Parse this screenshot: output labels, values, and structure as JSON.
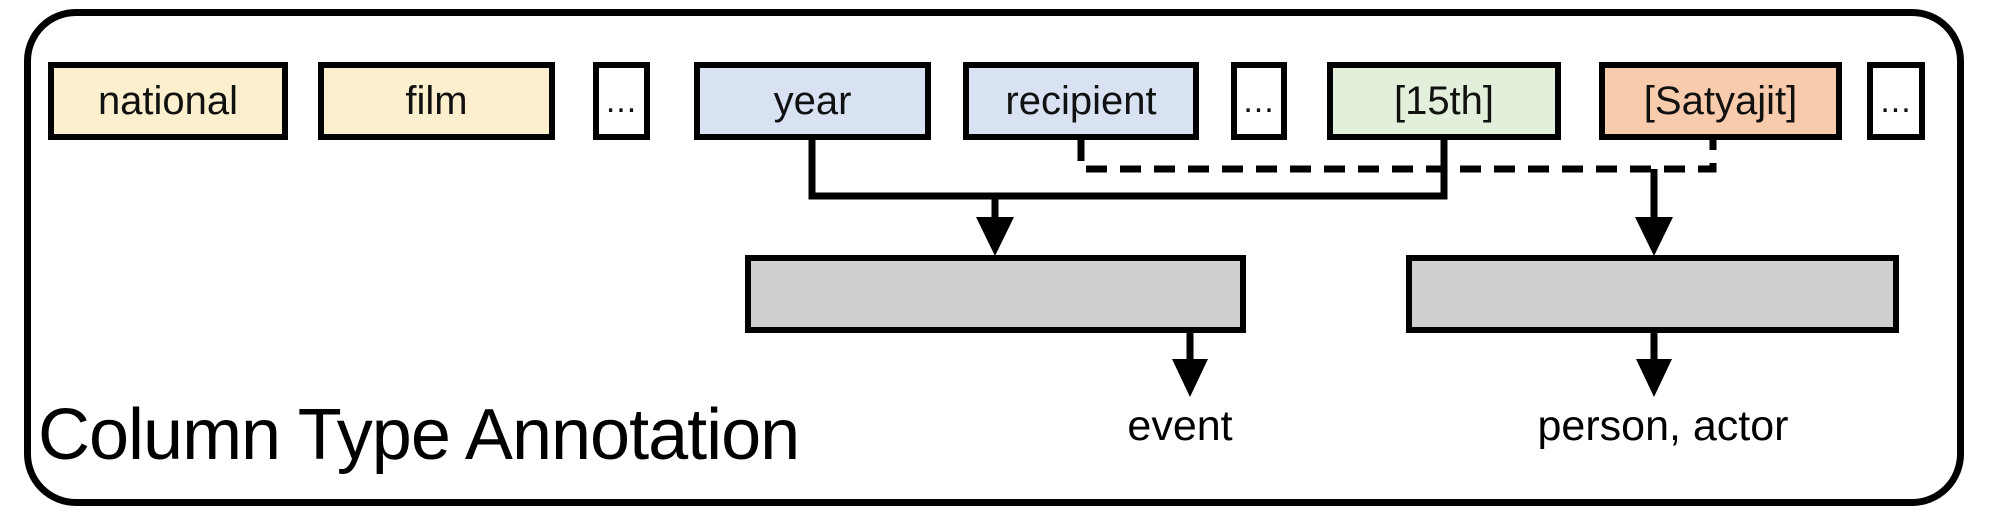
{
  "figure_title": "Column Type Annotation",
  "tokens": [
    {
      "label": "national",
      "kind": "context-token",
      "fill": "#FBEFCD"
    },
    {
      "label": "film",
      "kind": "context-token",
      "fill": "#FBEFCD"
    },
    {
      "label": "...",
      "kind": "ellipsis",
      "fill": "#FFFFFF"
    },
    {
      "label": "year",
      "kind": "column-header-token",
      "fill": "#D9E2F3"
    },
    {
      "label": "recipient",
      "kind": "column-header-token",
      "fill": "#D9E2F3"
    },
    {
      "label": "...",
      "kind": "ellipsis",
      "fill": "#FFFFFF"
    },
    {
      "label": "[15th]",
      "kind": "cell-value-token",
      "fill": "#E2EFDA"
    },
    {
      "label": "[Satyajit]",
      "kind": "cell-value-token",
      "fill": "#F8CBAD"
    },
    {
      "label": "...",
      "kind": "ellipsis",
      "fill": "#FFFFFF"
    }
  ],
  "predictions": [
    {
      "label": "event"
    },
    {
      "label": "person, actor"
    }
  ],
  "colors": {
    "aggregation_box_fill": "#D0CECE",
    "connector_line": "#000000",
    "frame_border": "#000000"
  }
}
